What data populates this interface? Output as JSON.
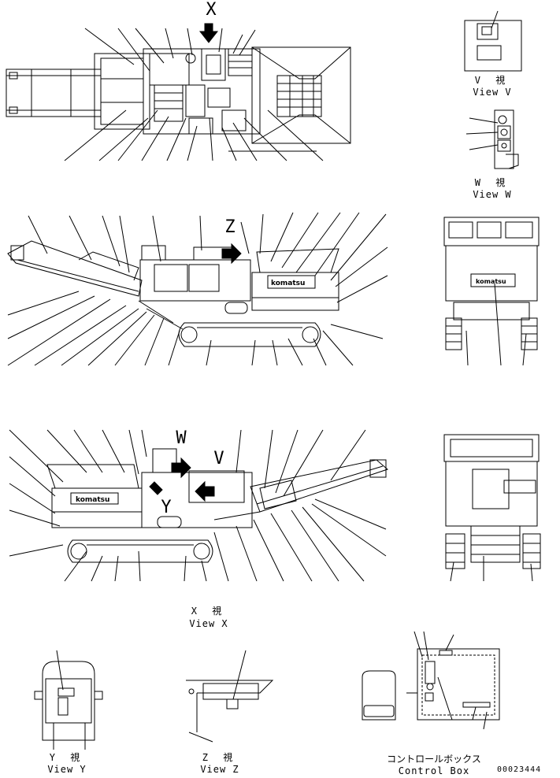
{
  "views": {
    "x": {
      "marker": "X",
      "jp": "X 視",
      "en": "View X"
    },
    "v": {
      "jp": "V 視",
      "en": "View V"
    },
    "w": {
      "jp": "W 視",
      "en": "View W"
    },
    "y": {
      "jp": "Y 視",
      "en": "View Y"
    },
    "z": {
      "marker": "Z",
      "jp": "Z 視",
      "en": "View Z"
    },
    "w_marker": "W",
    "v_marker": "V",
    "y_marker": "Y"
  },
  "control_box": {
    "jp": "コントロールボックス",
    "en": "Control Box"
  },
  "brand": "KOMATSU",
  "drawing_number": "00023444"
}
